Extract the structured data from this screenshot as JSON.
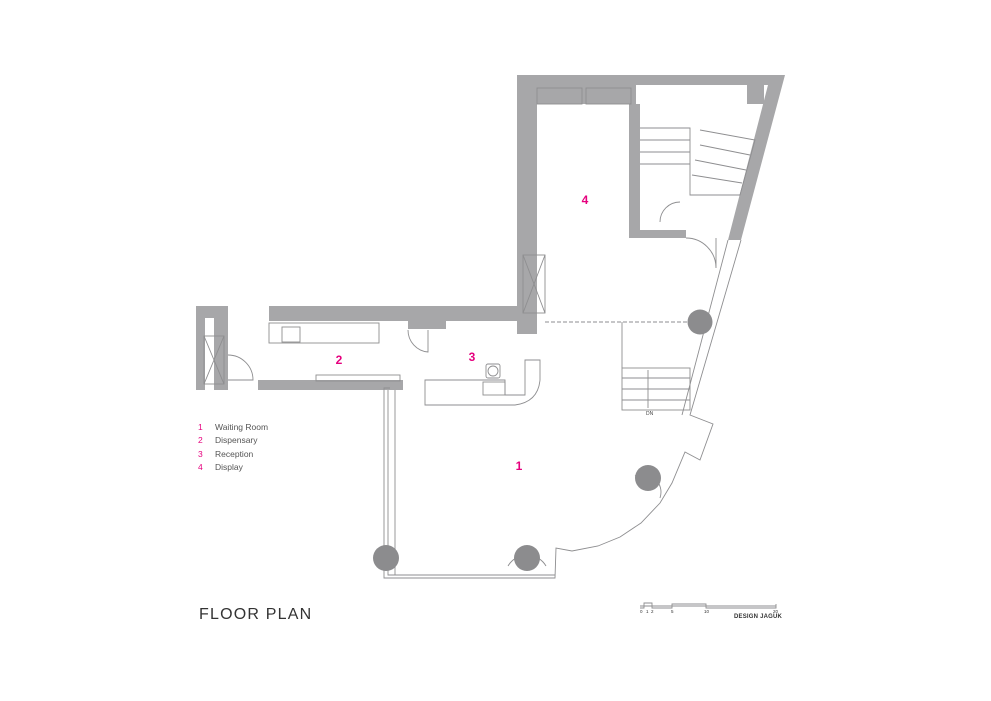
{
  "title": "FLOOR PLAN",
  "credit": "DESIGN JAGUK",
  "accent_color": "#e6007e",
  "wall_color": "#a7a7a9",
  "rooms": [
    {
      "number": "1",
      "name": "Waiting Room"
    },
    {
      "number": "2",
      "name": "Dispensary"
    },
    {
      "number": "3",
      "name": "Reception"
    },
    {
      "number": "4",
      "name": "Display"
    }
  ],
  "stair_label": "DN",
  "scale_ticks": [
    "0",
    "1",
    "2",
    "5",
    "10",
    "20"
  ]
}
